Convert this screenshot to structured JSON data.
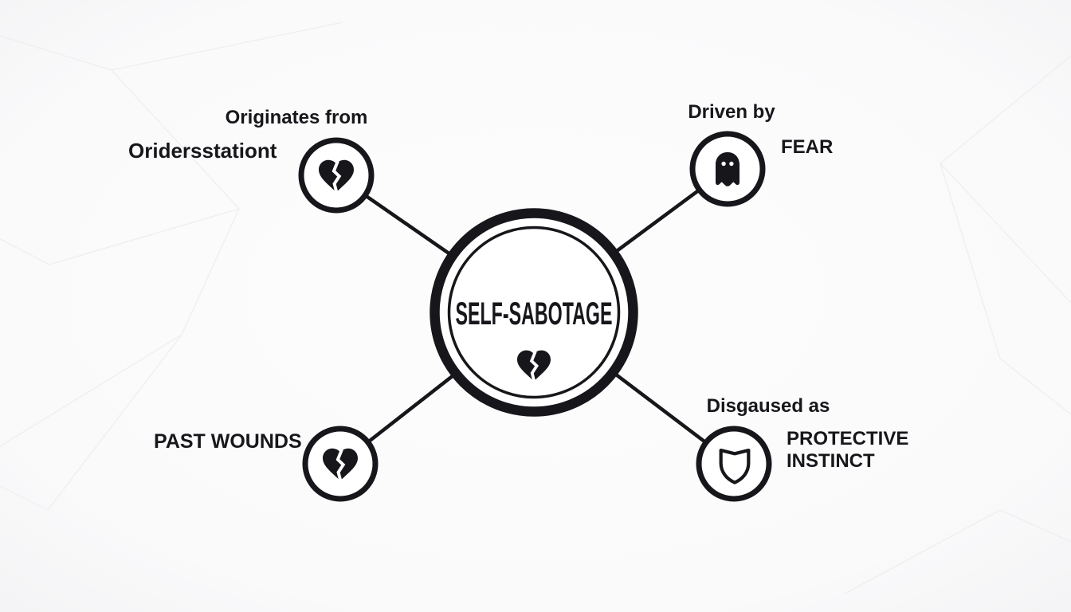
{
  "colors": {
    "ink": "#17171b",
    "canvas": "#fafafa",
    "mesh": "#ececee"
  },
  "center": {
    "title": "SELF-SABOTAGE",
    "icon": "broken-heart"
  },
  "nodes": [
    {
      "id": "originates-from",
      "annotation": "Originates from",
      "label": "Oridersstationt",
      "icon": "broken-heart"
    },
    {
      "id": "driven-by",
      "annotation": "Driven by",
      "label": "FEAR",
      "icon": "ghost"
    },
    {
      "id": "past-wounds",
      "label": "PAST WOUNDS",
      "icon": "broken-heart"
    },
    {
      "id": "disguised-as",
      "annotation": "Disgaused as",
      "label_lines": [
        "PROTECTIVE",
        "INSTINCT"
      ],
      "icon": "shield"
    }
  ]
}
